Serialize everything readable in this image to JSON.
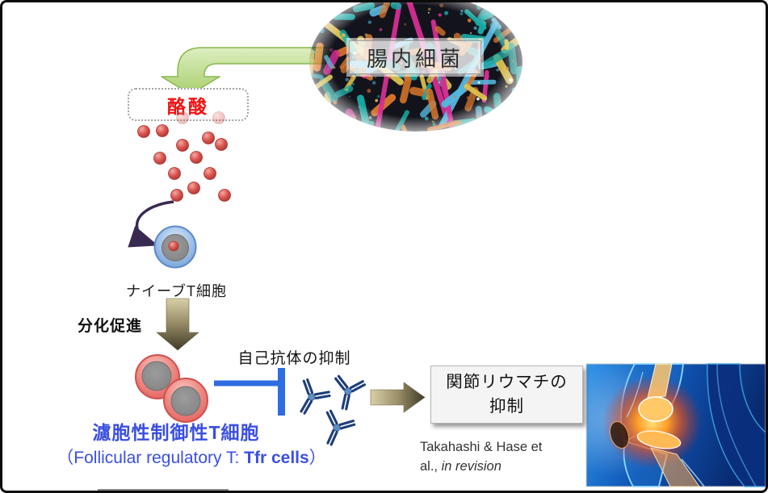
{
  "figure": {
    "gut_bacteria": {
      "label": "腸内細菌",
      "palette": {
        "bg": "#13131b",
        "teal": "#18a7a2",
        "sky": "#54b6dc",
        "magenta": "#d42e93",
        "orange": "#d9772b",
        "yellow": "#ddc14e"
      }
    },
    "butyrate": {
      "label": "酪酸",
      "text_color": "#f21212"
    },
    "naive_t_cell": {
      "label": "ナイーブT細胞"
    },
    "differentiation": {
      "label": "分化促進"
    },
    "autoantibody_suppression": {
      "label": "自己抗体の抑制"
    },
    "tfr_cells": {
      "label_jp": "濾胞性制御性T細胞",
      "label_en_prefix": "（Follicular regulatory T: ",
      "label_en_bold": "Tfr cells",
      "label_en_suffix": "）",
      "text_color": "#3b4fe0"
    },
    "outcome": {
      "line1": "関節リウマチの",
      "line2": "抑制"
    },
    "citation": {
      "line1": "Takahashi & Hase et",
      "line2_prefix": "al., ",
      "line2_italic": "in revision"
    },
    "accent_colors": {
      "inhibition_blue": "#2e6ce2",
      "arrow_green_fill": "#c4df90",
      "arrow_tan_dark": "#3f3a28",
      "antibody_navy": "#1e3e78",
      "butyrate_dot_red": "#d95550",
      "tfr_cell_pink": "#e05c58",
      "naive_cell_blue": "#9dbfe8"
    }
  }
}
